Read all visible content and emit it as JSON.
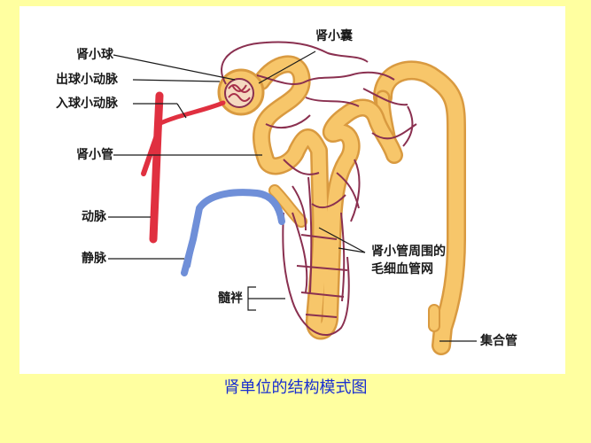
{
  "labels": {
    "glomerulus": "肾小球",
    "bowman_capsule": "肾小囊",
    "efferent_arteriole": "出球小动脉",
    "afferent_arteriole": "入球小动脉",
    "renal_tubule": "肾小管",
    "artery": "动脉",
    "vein": "静脉",
    "peritubular_line1": "肾小管周围的",
    "peritubular_line2": "毛细血管网",
    "loop_of_henle": "髓袢",
    "collecting_duct": "集合管"
  },
  "caption": "肾单位的结构模式图",
  "colors": {
    "background": "#ffffa0",
    "tubule": "#f7c66a",
    "artery": "#e03040",
    "vein": "#6f8fd8",
    "capillary": "#8a3050",
    "caption": "#1a2fd0"
  }
}
